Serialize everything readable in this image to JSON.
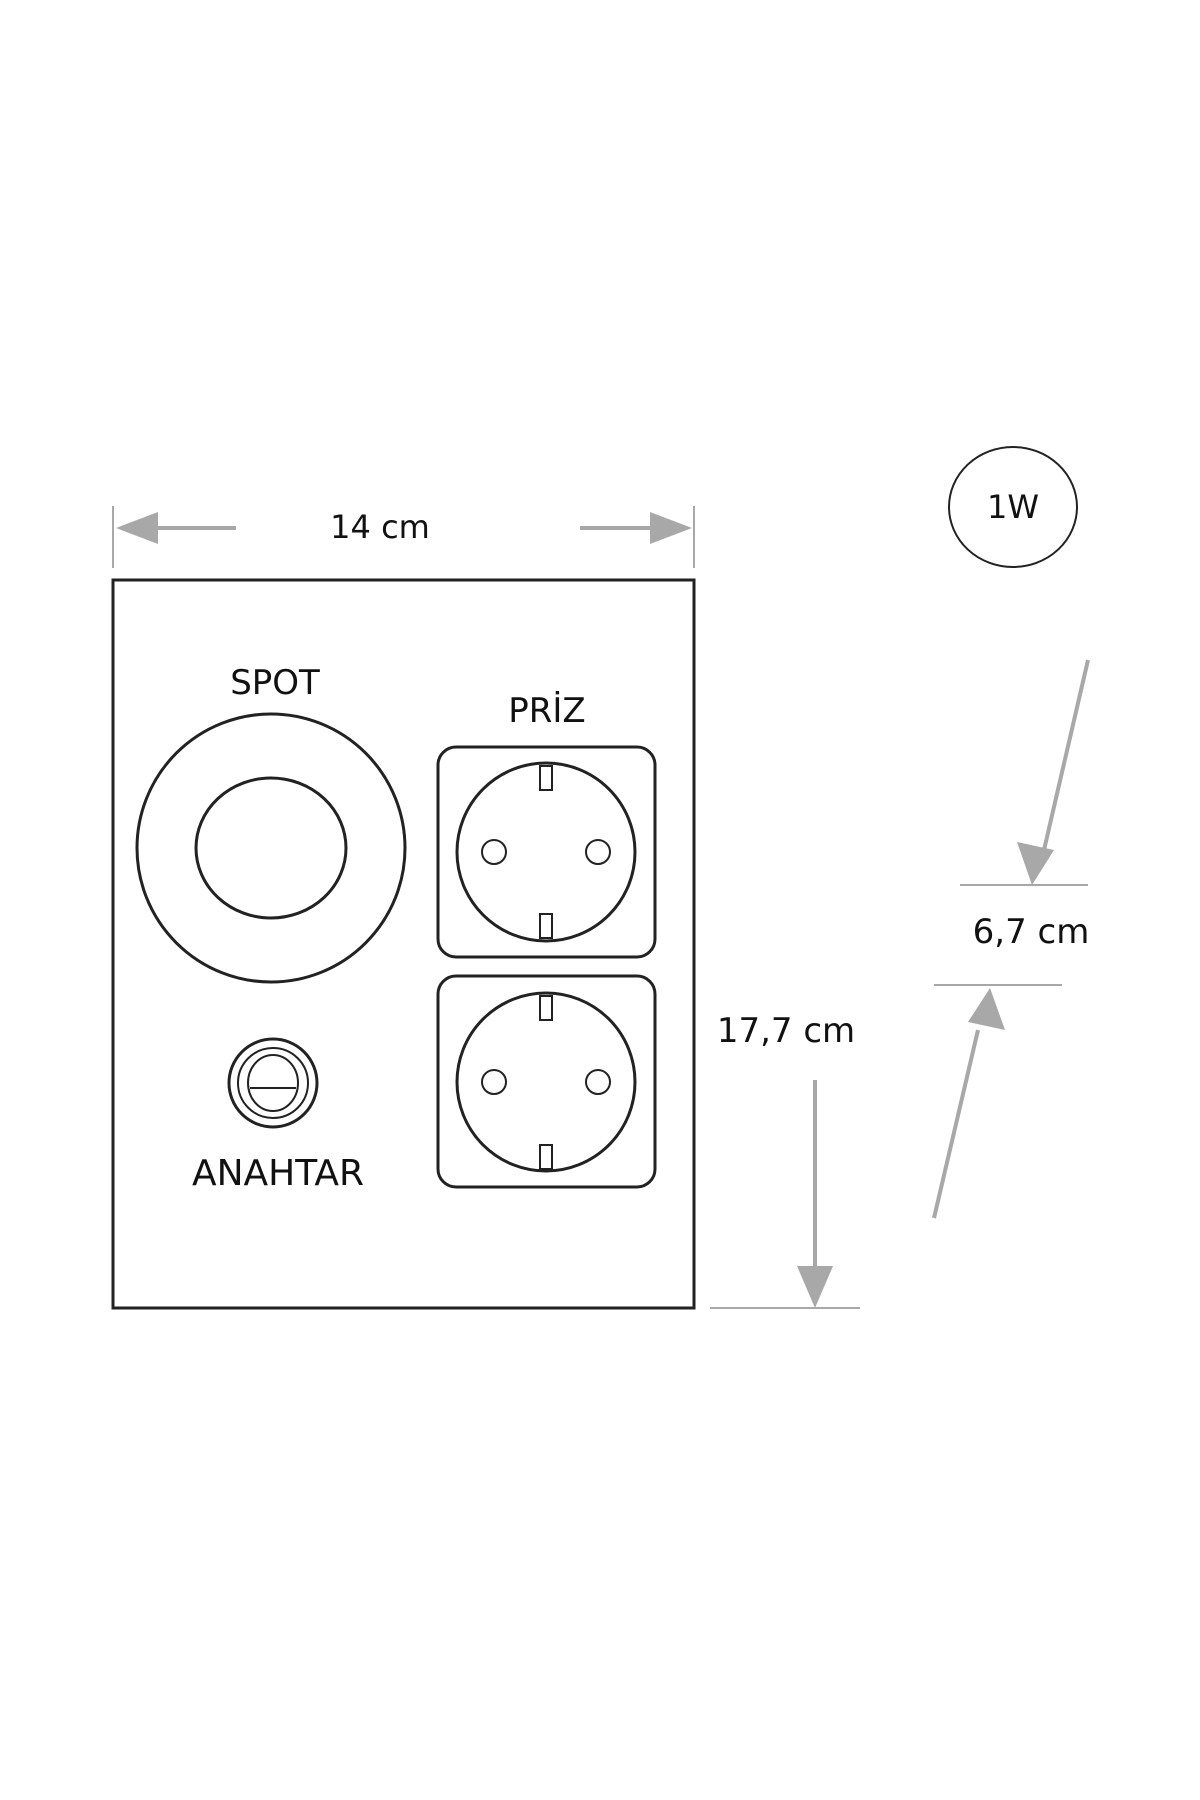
{
  "width_label": "14 cm",
  "height_label": "17,7 cm",
  "depth_label": "6,7 cm",
  "power_badge": "1W",
  "spot_label": "SPOT",
  "priz_label": "PRİZ",
  "switch_label": "ANAHTAR",
  "colors": {
    "stroke": "#222222",
    "dimension": "#a8a8a8",
    "text": "#111111"
  }
}
